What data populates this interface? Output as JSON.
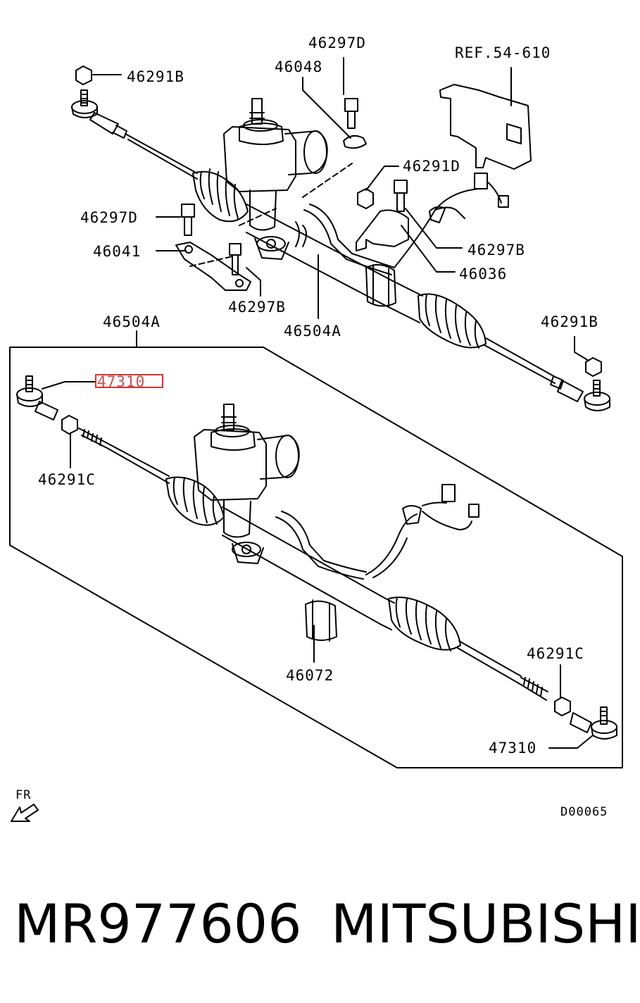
{
  "diagram": {
    "labels": {
      "ref": "REF.54-610",
      "p46297D_top": "46297D",
      "p46048": "46048",
      "p46291B_top": "46291B",
      "p46291D": "46291D",
      "p46297D_left": "46297D",
      "p46041": "46041",
      "p46297B_right": "46297B",
      "p46036": "46036",
      "p46297B_bottom": "46297B",
      "p46504A_mid": "46504A",
      "p46504A_left": "46504A",
      "p46291B_right": "46291B",
      "p47310_highlight": "47310",
      "p46291C_left": "46291C",
      "p46291C_right": "46291C",
      "p46072": "46072",
      "p47310_bottom": "47310",
      "fr": "FR",
      "code": "D00065"
    },
    "highlight_color": "#e03030"
  },
  "footer": {
    "part_number": "MR977606",
    "brand": "MITSUBISHI"
  }
}
